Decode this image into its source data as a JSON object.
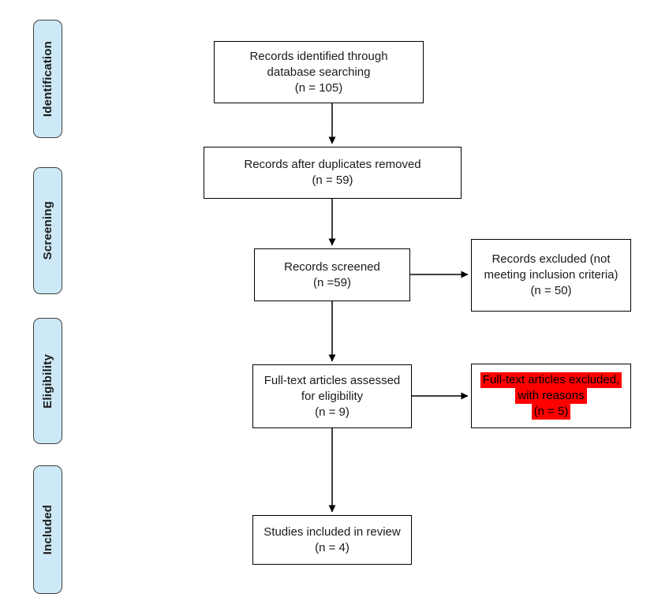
{
  "colors": {
    "stage_fill": "#cde9f7",
    "stage_border": "#404040",
    "box_fill": "#ffffff",
    "box_border": "#000000",
    "text": "#1a1a1a",
    "highlight": "#ff0000",
    "highlight_text": "#000000",
    "arrow": "#000000"
  },
  "stages": [
    {
      "label": "Identification"
    },
    {
      "label": "Screening"
    },
    {
      "label": "Eligibility"
    },
    {
      "label": "Included"
    }
  ],
  "boxes": {
    "identified": {
      "lines": [
        "Records identified through",
        "database searching",
        "(n = 105)"
      ]
    },
    "duplicates_removed": {
      "lines": [
        "Records after duplicates removed",
        "(n = 59)"
      ]
    },
    "screened": {
      "lines": [
        "Records screened",
        "(n =59)"
      ]
    },
    "records_excluded": {
      "lines": [
        "Records excluded (not",
        "meeting inclusion criteria)",
        "(n = 50)"
      ]
    },
    "fulltext_assessed": {
      "lines": [
        "Full-text articles assessed",
        "for eligibility",
        "(n = 9)"
      ]
    },
    "fulltext_excluded": {
      "lines": [
        "Full-text articles excluded,",
        "with reasons",
        "(n = 5)"
      ],
      "highlighted": true
    },
    "included_studies": {
      "lines": [
        "Studies included in review",
        "(n = 4)"
      ]
    }
  }
}
